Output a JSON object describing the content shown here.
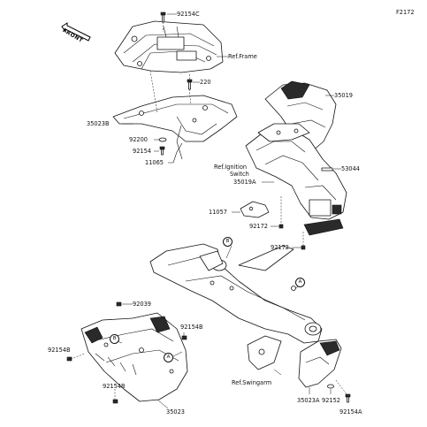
{
  "figure_code": "F2172",
  "front_indicator": "FRONT",
  "labels": {
    "p92154C": "92154C",
    "ref_frame": "Ref.Frame",
    "p220": "220",
    "p35019": "35019",
    "p35023B": "35023B",
    "p92200": "92200",
    "p92154": "92154",
    "p11065": "11065",
    "ref_ignition_1": "Ref.Ignition",
    "ref_ignition_2": "Switch",
    "p35019A": "35019A",
    "p53044": "53044",
    "p11057": "11057",
    "p92172a": "92172",
    "p92172b": "92172",
    "p92039": "92039",
    "p92154B_a": "92154B",
    "p92154B_b": "92154B",
    "p92154B_c": "92154B",
    "ref_swingarm": "Ref.Swingarm",
    "p35023": "35023",
    "p35023A": "35023A",
    "p92152": "92152",
    "p92154A": "92154A"
  },
  "callouts": {
    "a1": "A",
    "a2": "A",
    "b1": "B",
    "b2": "B"
  }
}
